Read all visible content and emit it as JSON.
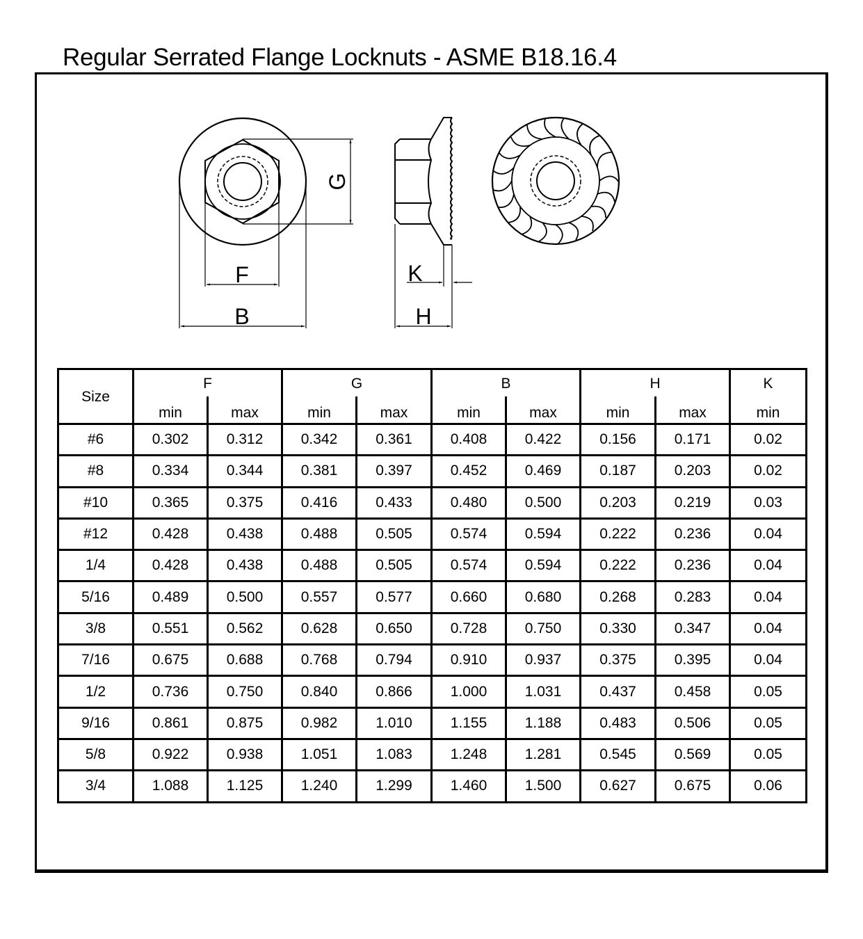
{
  "title": "Regular Serrated Flange Locknuts - ASME B18.16.4",
  "drawing": {
    "labels": {
      "F": "F",
      "B": "B",
      "G": "G",
      "K": "K",
      "H": "H"
    }
  },
  "table": {
    "size_header": "Size",
    "groups": [
      {
        "label": "F",
        "subs": [
          "min",
          "max"
        ]
      },
      {
        "label": "G",
        "subs": [
          "min",
          "max"
        ]
      },
      {
        "label": "B",
        "subs": [
          "min",
          "max"
        ]
      },
      {
        "label": "H",
        "subs": [
          "min",
          "max"
        ]
      },
      {
        "label": "K",
        "subs": [
          "min"
        ]
      }
    ],
    "rows": [
      [
        "#6",
        "0.302",
        "0.312",
        "0.342",
        "0.361",
        "0.408",
        "0.422",
        "0.156",
        "0.171",
        "0.02"
      ],
      [
        "#8",
        "0.334",
        "0.344",
        "0.381",
        "0.397",
        "0.452",
        "0.469",
        "0.187",
        "0.203",
        "0.02"
      ],
      [
        "#10",
        "0.365",
        "0.375",
        "0.416",
        "0.433",
        "0.480",
        "0.500",
        "0.203",
        "0.219",
        "0.03"
      ],
      [
        "#12",
        "0.428",
        "0.438",
        "0.488",
        "0.505",
        "0.574",
        "0.594",
        "0.222",
        "0.236",
        "0.04"
      ],
      [
        "1/4",
        "0.428",
        "0.438",
        "0.488",
        "0.505",
        "0.574",
        "0.594",
        "0.222",
        "0.236",
        "0.04"
      ],
      [
        "5/16",
        "0.489",
        "0.500",
        "0.557",
        "0.577",
        "0.660",
        "0.680",
        "0.268",
        "0.283",
        "0.04"
      ],
      [
        "3/8",
        "0.551",
        "0.562",
        "0.628",
        "0.650",
        "0.728",
        "0.750",
        "0.330",
        "0.347",
        "0.04"
      ],
      [
        "7/16",
        "0.675",
        "0.688",
        "0.768",
        "0.794",
        "0.910",
        "0.937",
        "0.375",
        "0.395",
        "0.04"
      ],
      [
        "1/2",
        "0.736",
        "0.750",
        "0.840",
        "0.866",
        "1.000",
        "1.031",
        "0.437",
        "0.458",
        "0.05"
      ],
      [
        "9/16",
        "0.861",
        "0.875",
        "0.982",
        "1.010",
        "1.155",
        "1.188",
        "0.483",
        "0.506",
        "0.05"
      ],
      [
        "5/8",
        "0.922",
        "0.938",
        "1.051",
        "1.083",
        "1.248",
        "1.281",
        "0.545",
        "0.569",
        "0.05"
      ],
      [
        "3/4",
        "1.088",
        "1.125",
        "1.240",
        "1.299",
        "1.460",
        "1.500",
        "0.627",
        "0.675",
        "0.06"
      ]
    ]
  }
}
